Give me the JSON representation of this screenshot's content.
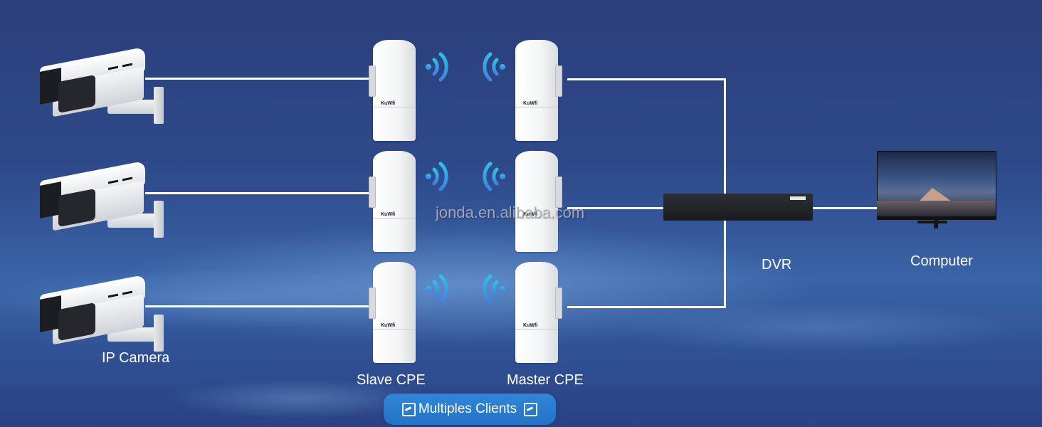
{
  "diagram": {
    "nodes": {
      "ip_camera": {
        "label": "IP Camera",
        "count": 3
      },
      "slave_cpe": {
        "label": "Slave CPE",
        "count": 3,
        "brand": "KuWfi"
      },
      "master_cpe": {
        "label": "Master CPE",
        "count": 3,
        "brand": "KuWfi"
      },
      "dvr": {
        "label": "DVR"
      },
      "computer": {
        "label": "Computer"
      }
    },
    "watermark": "jonda.en.alibaba.com",
    "badge": {
      "label": "Multiples Clients",
      "icon": "camera-icon"
    },
    "connections": [
      "IP Camera 1 → Slave CPE 1 (wired)",
      "IP Camera 2 → Slave CPE 2 (wired)",
      "IP Camera 3 → Slave CPE 3 (wired)",
      "Slave CPE ↔ Master CPE (wireless)",
      "Master CPE 1-3 → DVR (wired)",
      "DVR → Computer (wired)"
    ],
    "colors": {
      "background": "#2e4a8a",
      "line": "#ffffff",
      "wifi_gradient_start": "#2fb9e6",
      "wifi_gradient_end": "#3f86e0",
      "badge": "#2a7dd0"
    }
  }
}
